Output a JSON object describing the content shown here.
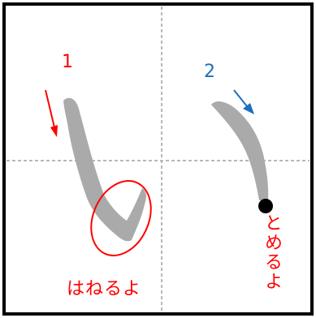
{
  "stroke_numbers": {
    "first": "1",
    "second": "2"
  },
  "notes": {
    "hane": "はねるよ",
    "tome": "とめるよ"
  },
  "icons": {
    "arrow_1": "arrow-down-icon",
    "arrow_2": "arrow-down-right-icon",
    "stop_dot": "dot-icon"
  },
  "colors": {
    "frame": "#000000",
    "guide": "#b8b8b8",
    "stroke": "#aaaaaa",
    "red": "#ff0000",
    "blue": "#1a6fc0",
    "dot": "#000000"
  }
}
